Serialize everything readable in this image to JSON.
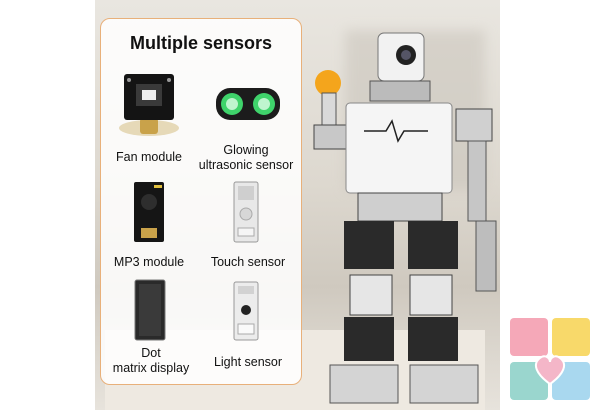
{
  "title": "Multiple sensors",
  "modules": [
    {
      "label": "Fan module"
    },
    {
      "label": "Glowing\nultrasonic sensor"
    },
    {
      "label": "MP3 module"
    },
    {
      "label": "Touch sensor"
    },
    {
      "label": "Dot\nmatrix display"
    },
    {
      "label": "Light sensor"
    }
  ],
  "colors": {
    "card_border": "#e8b07a",
    "ball": "#f4a51c",
    "sensor_glow": "#3fd36b"
  }
}
